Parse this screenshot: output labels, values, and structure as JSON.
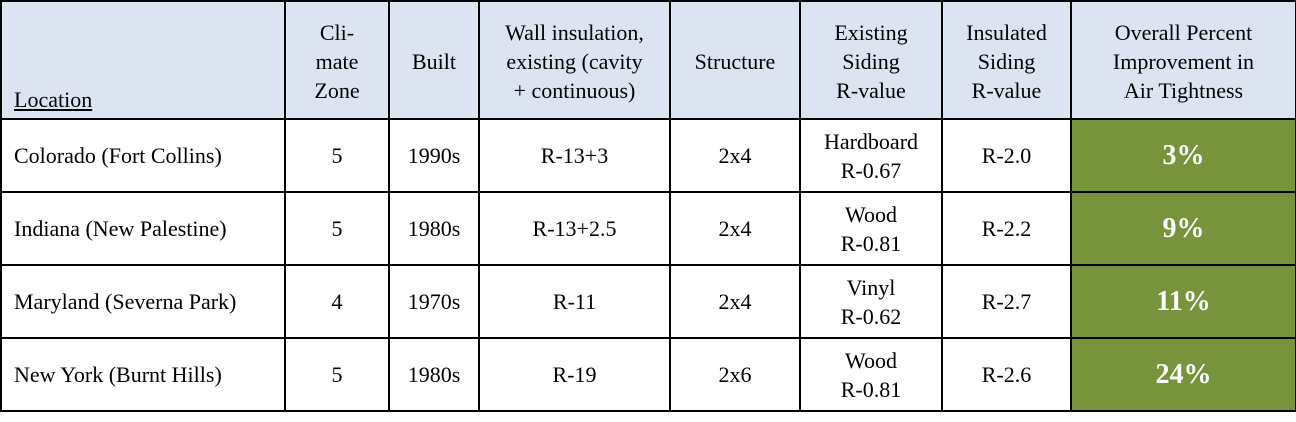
{
  "header": {
    "location": "Location",
    "climate_zone": [
      "Cli-",
      "mate",
      "Zone"
    ],
    "built": "Built",
    "wall_insulation": [
      "Wall insulation,",
      "existing (cavity",
      "+ continuous)"
    ],
    "structure": "Structure",
    "existing_siding": [
      "Existing",
      "Siding",
      "R-value"
    ],
    "insulated_siding": [
      "Insulated",
      "Siding",
      "R-value"
    ],
    "improvement": [
      "Overall Percent",
      "Improvement in",
      "Air Tightness"
    ]
  },
  "rows": [
    {
      "location": "Colorado (Fort Collins)",
      "zone": "5",
      "built": "1990s",
      "wall": "R-13+3",
      "structure": "2x4",
      "siding_type": "Hardboard",
      "siding_r": "R-0.67",
      "insulated_r": "R-2.0",
      "improvement": "3%"
    },
    {
      "location": "Indiana (New Palestine)",
      "zone": "5",
      "built": "1980s",
      "wall": "R-13+2.5",
      "structure": "2x4",
      "siding_type": "Wood",
      "siding_r": "R-0.81",
      "insulated_r": "R-2.2",
      "improvement": "9%"
    },
    {
      "location": "Maryland (Severna Park)",
      "zone": "4",
      "built": "1970s",
      "wall": "R-11",
      "structure": "2x4",
      "siding_type": "Vinyl",
      "siding_r": "R-0.62",
      "insulated_r": "R-2.7",
      "improvement": "11%"
    },
    {
      "location": "New York (Burnt Hills)",
      "zone": "5",
      "built": "1980s",
      "wall": "R-19",
      "structure": "2x6",
      "siding_type": "Wood",
      "siding_r": "R-0.81",
      "insulated_r": "R-2.6",
      "improvement": "24%"
    }
  ],
  "colors": {
    "header_bg": "#dbe4f0",
    "improvement_bg": "#77933c",
    "improvement_text": "#ffffff",
    "border": "#000000"
  }
}
